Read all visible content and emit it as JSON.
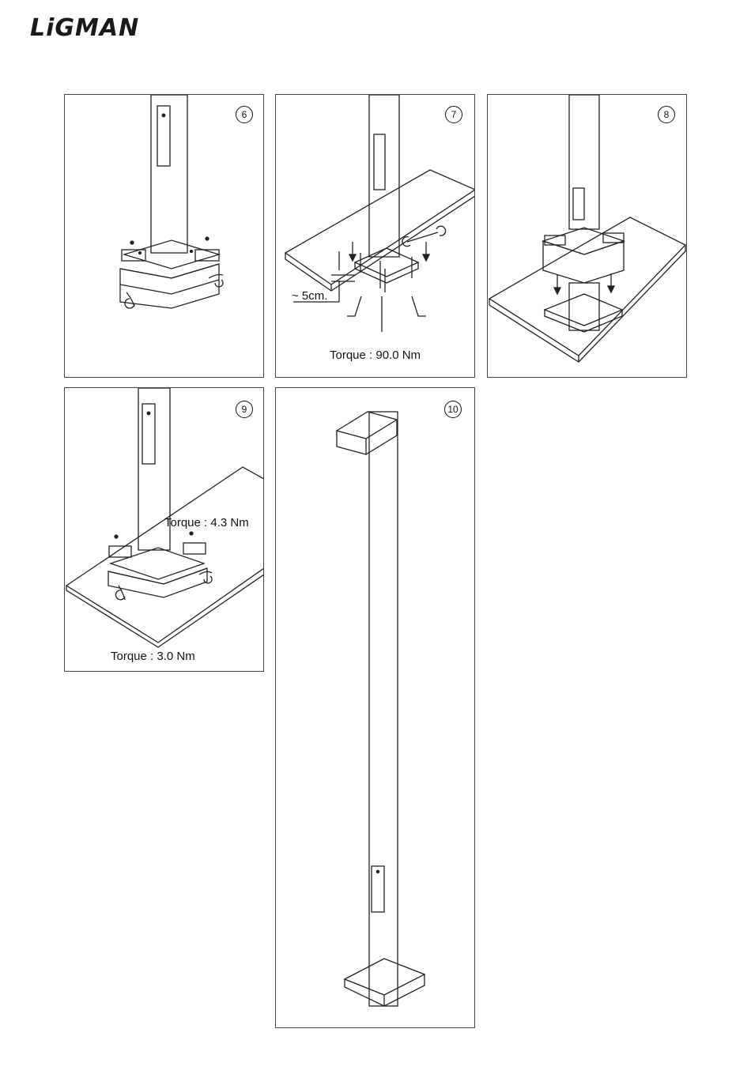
{
  "brand": {
    "logo": "LiGMAN"
  },
  "panels": [
    {
      "step": "6"
    },
    {
      "step": "7",
      "torque": "Torque : 90.0 Nm",
      "gap": "~ 5cm."
    },
    {
      "step": "8"
    },
    {
      "step": "9",
      "torque_top": "Torque : 4.3 Nm",
      "torque_bottom": "Torque : 3.0 Nm"
    },
    {
      "step": "10"
    }
  ]
}
